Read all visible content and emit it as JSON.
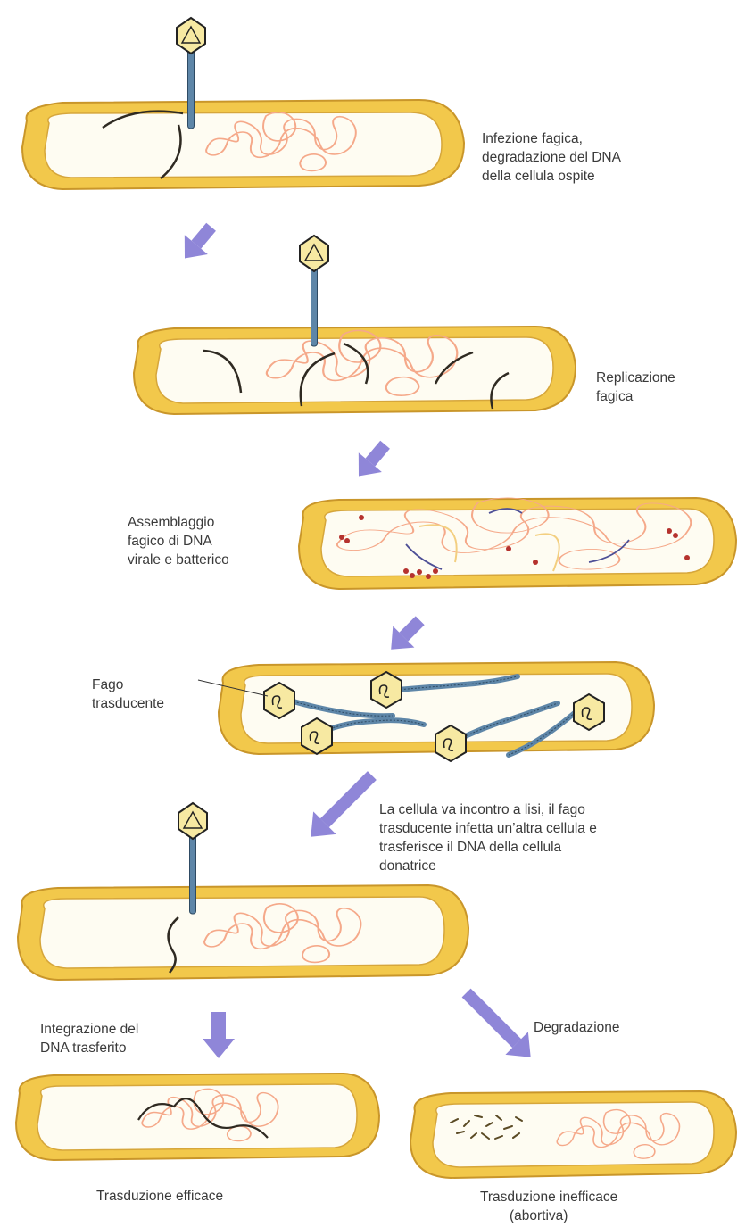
{
  "labels": {
    "step1": [
      "Infezione fagica,",
      "degradazione del DNA",
      "della cellula ospite"
    ],
    "step2": [
      "Replicazione",
      "fagica"
    ],
    "step3": [
      "Assemblaggio",
      "fagico di DNA",
      "virale e batterico"
    ],
    "step4": [
      "Fago",
      "trasducente"
    ],
    "step5": [
      "La cellula va incontro a lisi, il fago",
      "trasducente infetta un’altra cellula e",
      "trasferisce il DNA della cellula",
      "donatrice"
    ],
    "left_branch": [
      "Integrazione del",
      "DNA trasferito"
    ],
    "right_branch": [
      "Degradazione"
    ],
    "outcome_left": [
      "Trasduzione efficace"
    ],
    "outcome_right": [
      "Trasduzione inefficace",
      "(abortiva)"
    ]
  },
  "colors": {
    "cell_wall": "#f2c84b",
    "cell_wall_edge": "#c9962a",
    "cytoplasm": "#fefcf2",
    "host_dna": "#f5a98a",
    "phage_dna": "#2f2a22",
    "arrow": "#8f86d8",
    "phage_tail": "#5e86a8",
    "phage_head": "#f7e9a2",
    "protein_dot": "#b5322e",
    "viral_dna_light": "#f3cf80",
    "viral_dna_blue": "#4d4f96"
  }
}
